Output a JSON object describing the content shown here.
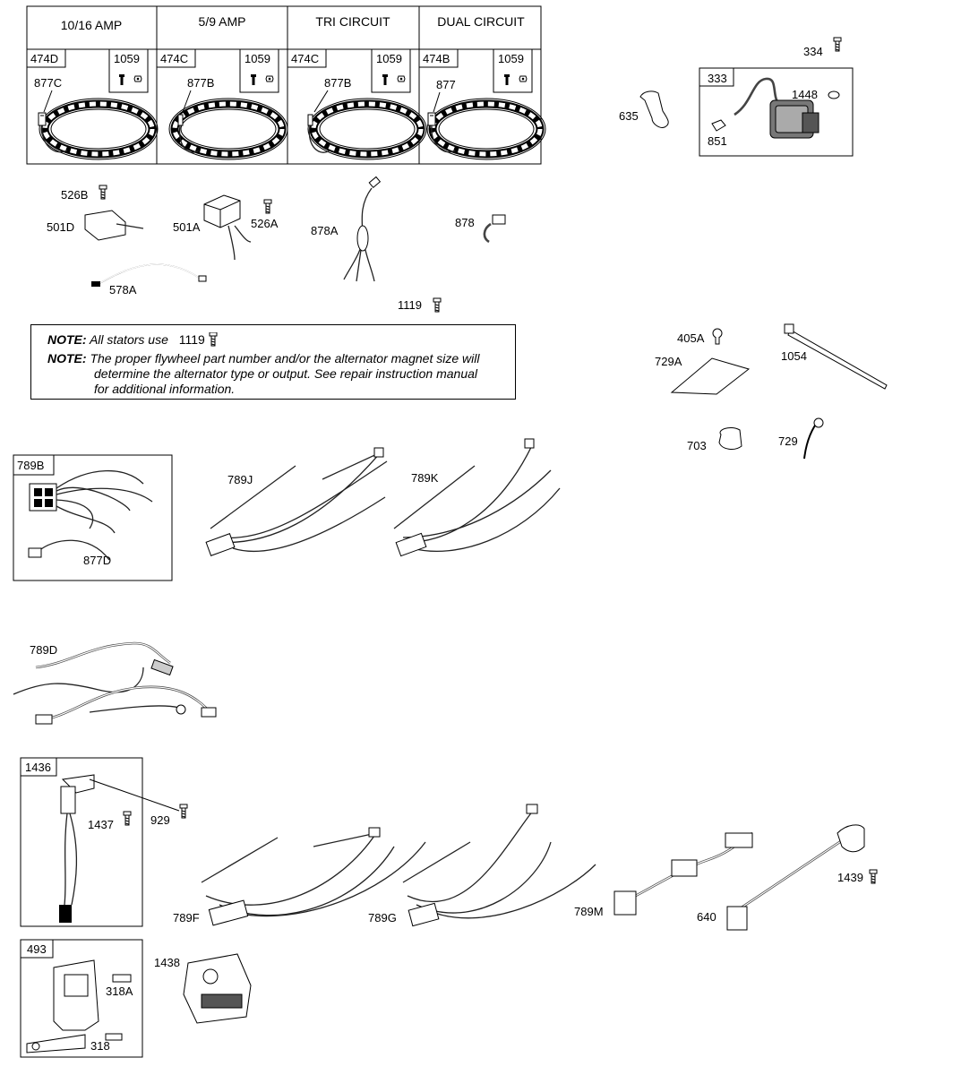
{
  "stator_table": {
    "headers": [
      "10/16 AMP",
      "5/9 AMP",
      "TRI CIRCUIT",
      "DUAL CIRCUIT"
    ],
    "stator_parts": [
      "474D",
      "474C",
      "474C",
      "474B"
    ],
    "screw_part": "1059",
    "lead_parts": [
      "877C",
      "877B",
      "877B",
      "877"
    ]
  },
  "labels": {
    "p526B": "526B",
    "p501D": "501D",
    "p501A": "501A",
    "p526A": "526A",
    "p578A": "578A",
    "p878A": "878A",
    "p878": "878",
    "p1119": "1119",
    "p334": "334",
    "p333": "333",
    "p1448": "1448",
    "p635": "635",
    "p851": "851",
    "p405A": "405A",
    "p1054": "1054",
    "p729A": "729A",
    "p703": "703",
    "p729": "729",
    "p789B": "789B",
    "p877D": "877D",
    "p789J": "789J",
    "p789K": "789K",
    "p789D": "789D",
    "p1436": "1436",
    "p1437": "1437",
    "p929": "929",
    "p789F": "789F",
    "p789G": "789G",
    "p789M": "789M",
    "p640": "640",
    "p1439": "1439",
    "p493": "493",
    "p318A": "318A",
    "p318": "318",
    "p1438": "1438"
  },
  "note": {
    "label1": "NOTE:",
    "text1": "All stators use",
    "part1": "1119",
    "label2": "NOTE:",
    "text2a": "The proper flywheel part number and/or the alternator magnet size will",
    "text2b": "determine the alternator type or output. See repair instruction manual",
    "text2c": "for additional information."
  }
}
